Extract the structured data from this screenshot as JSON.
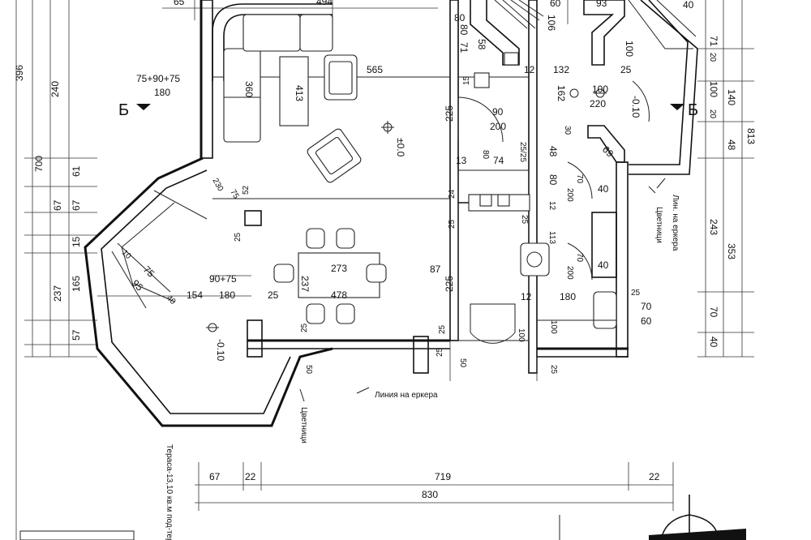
{
  "dimensions": {
    "top_65": "65",
    "top_494": "494",
    "top_80": "80",
    "top_60": "60",
    "top_93": "93",
    "top_40": "40",
    "left_396": "396",
    "left_240": "240",
    "left_700": "700",
    "left_61": "61",
    "left_67": "67",
    "left_67b": "67",
    "left_15": "15",
    "left_237": "237",
    "left_165": "165",
    "left_57": "57",
    "n_75_90_75": "75+90+75",
    "n_180": "180",
    "n_360": "360",
    "n_413": "413",
    "n_565": "565",
    "n_230": "230",
    "n_75": "75",
    "n_52": "52",
    "n_25a": "25",
    "n_10": "10",
    "n_75b": "75",
    "n_95": "95",
    "n_40a": "40",
    "n_90_75": "90+75",
    "n_154": "154",
    "n_180b": "180",
    "n_25b": "25",
    "n_273": "273",
    "n_237": "237",
    "n_478": "478",
    "n_87": "87",
    "n_25c": "25",
    "n_25d": "25",
    "n_80b": "80",
    "n_71": "71",
    "n_58": "58",
    "n_15b": "15",
    "n_12": "12",
    "n_106": "106",
    "n_132": "132",
    "n_162": "162",
    "n_100a": "100",
    "n_220": "220",
    "n_90": "90",
    "n_200": "200",
    "n_225": "225",
    "n_13": "13",
    "n_80c": "80",
    "n_74": "74",
    "n_25_25": "25/25",
    "n_30": "30",
    "n_48": "48",
    "n_80d": "80",
    "n_69": "69",
    "n_24": "24",
    "n_25e": "25",
    "n_25f": "25",
    "n_70a": "70",
    "n_200b": "200",
    "n_40b": "40",
    "n_12b": "12",
    "n_70b": "70",
    "n_200c": "200",
    "n_40c": "40",
    "n_225b": "225",
    "n_12c": "12",
    "n_180c": "180",
    "n_100b": "100",
    "n_50": "50",
    "n_25g": "25",
    "n_100c": "100",
    "n_25h": "25",
    "n_70c": "70",
    "n_60": "60",
    "r_71": "71",
    "r_20a": "20",
    "r_100": "100",
    "r_20b": "20",
    "r_140": "140",
    "r_48": "48",
    "r_813": "813",
    "r_243": "243",
    "r_353": "353",
    "r_70": "70",
    "r_40": "40",
    "r_100s": "100",
    "r_25s": "25",
    "b_67": "67",
    "b_22": "22",
    "b_719": "719",
    "b_22b": "22",
    "b_830": "830",
    "n_113": "113",
    "n_25i": "25",
    "n_50b": "50"
  },
  "levels": {
    "level_a": "±0.0",
    "level_b": "-0.10",
    "level_c": "-0.10"
  },
  "annotations": {
    "section_left": "Б",
    "section_right": "Б",
    "bay_line_right": "Лин. на еркера",
    "planters_right": "Цветници",
    "bay_line_bottom": "Линия на еркера",
    "planters_bottom": "Цветници",
    "terrace_note": "Тераса-13,10 кв.м под-терасата"
  }
}
